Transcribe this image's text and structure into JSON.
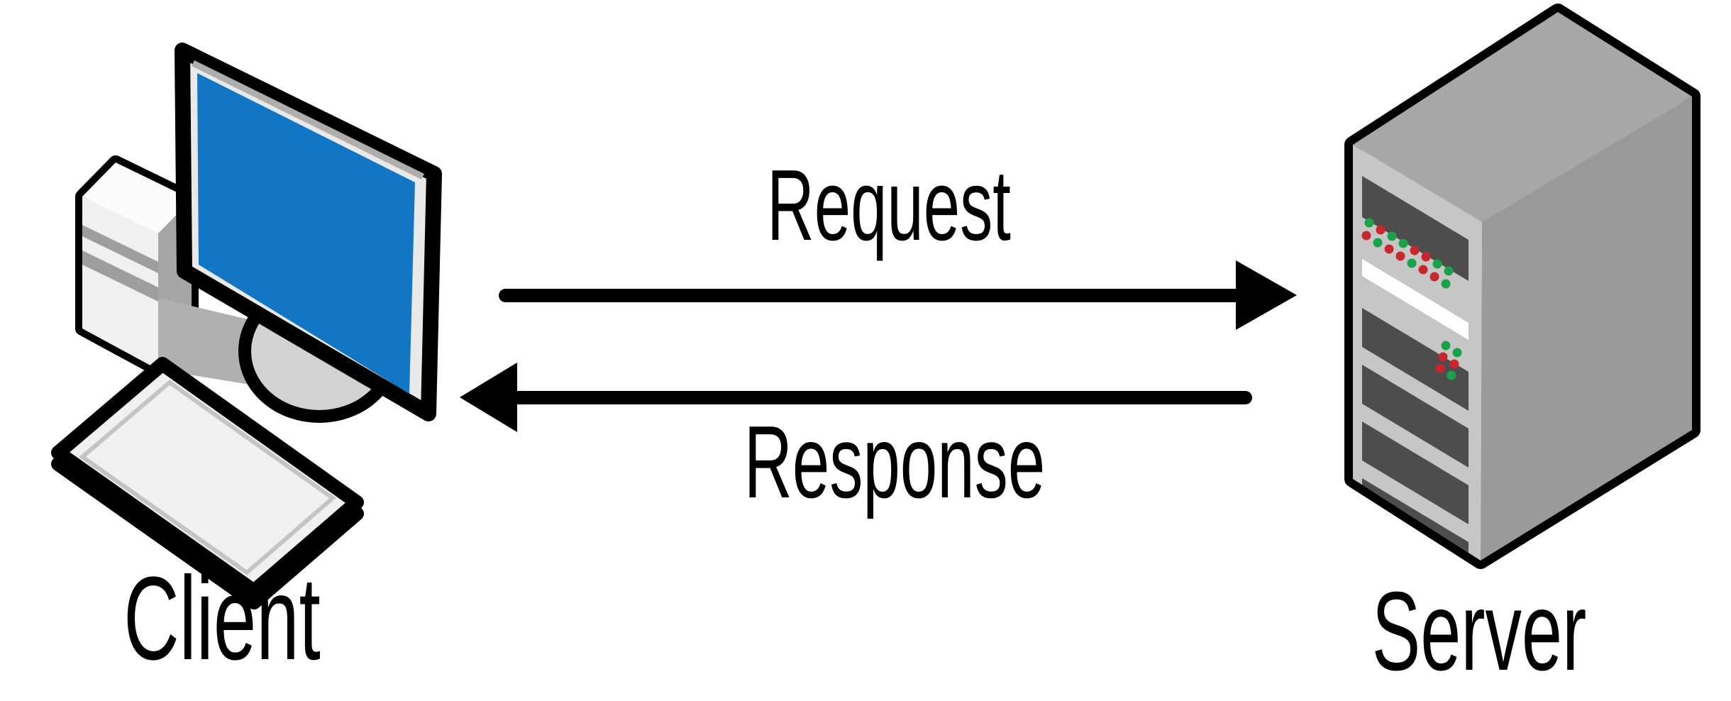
{
  "labels": {
    "client": "Client",
    "server": "Server",
    "request": "Request",
    "response": "Response"
  },
  "colors": {
    "background": "#ffffff",
    "outline": "#000000",
    "text_color": "#000000",
    "screen_blue": "#1276c4",
    "monitor_frame": "#e9e9e9",
    "monitor_bevel": "#aeaeae",
    "tower_front": "#f0f0f0",
    "tower_top": "#fbfbfb",
    "tower_side": "#a5a5a5",
    "tower_stripe": "#9e9e9e",
    "tower_base": "#b0b0b0",
    "keyboard_top": "#f0f0f0",
    "keyboard_side": "#d9d9d9",
    "keyboard_inner": "#c4c4c4",
    "stand_gray": "#d2d2d2",
    "server_top": "#a7a7a7",
    "server_left": "#c6c6c6",
    "server_right": "#9a9a9a",
    "server_slot": "#4d4d4d",
    "server_stripe_white": "#ffffff",
    "led_green": "#1aa24b",
    "led_red": "#c9262e"
  }
}
